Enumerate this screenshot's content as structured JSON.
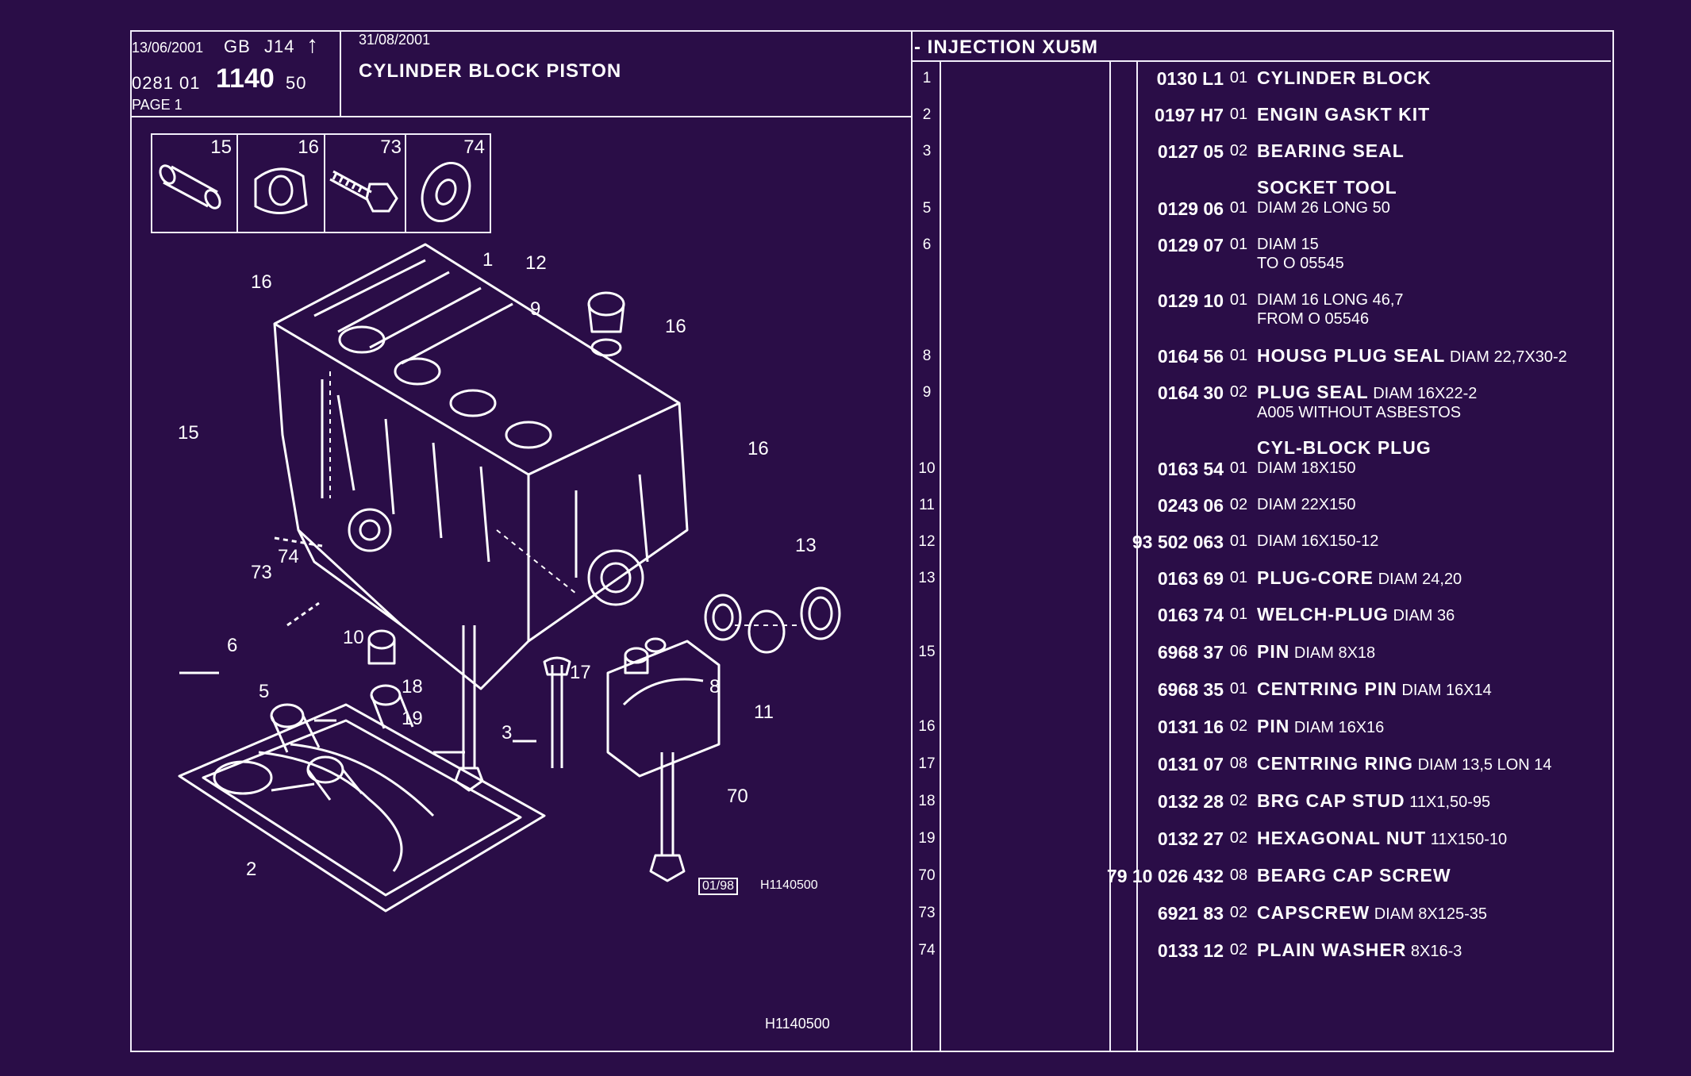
{
  "header": {
    "date_left": "13/06/2001",
    "lang": "GB",
    "code": "J14",
    "arrow": "↑",
    "ref_prefix": "0281 01",
    "ref_main": "1140",
    "ref_suffix": "50",
    "page": "PAGE 1",
    "date_right": "31/08/2001",
    "title": "CYLINDER BLOCK PISTON",
    "section": "- INJECTION XU5M"
  },
  "thumbnails": [
    "15",
    "16",
    "73",
    "74"
  ],
  "diagram": {
    "callouts": [
      "16",
      "1",
      "12",
      "9",
      "16",
      "15",
      "16",
      "13",
      "73",
      "74",
      "6",
      "10",
      "5",
      "18",
      "19",
      "3",
      "17",
      "8",
      "11",
      "70",
      "2"
    ],
    "stamp": "01/98",
    "stamp_code": "H1140500",
    "footer_code": "H1140500"
  },
  "parts": [
    {
      "no": "1",
      "ref": "0130 L1",
      "qty": "01",
      "name": "CYLINDER BLOCK",
      "spec": "",
      "line2": ""
    },
    {
      "no": "2",
      "ref": "0197 H7",
      "qty": "01",
      "name": "ENGIN GASKT KIT",
      "spec": "",
      "line2": ""
    },
    {
      "no": "3",
      "ref": "0127 05",
      "qty": "02",
      "name": "BEARING SEAL",
      "spec": "",
      "line2": ""
    },
    {
      "no": "",
      "ref": "",
      "qty": "",
      "name": "SOCKET TOOL",
      "spec": "",
      "line2": ""
    },
    {
      "no": "5",
      "ref": "0129 06",
      "qty": "01",
      "name": "",
      "spec": "DIAM 26 LONG 50",
      "line2": ""
    },
    {
      "no": "6",
      "ref": "0129 07",
      "qty": "01",
      "name": "",
      "spec": "DIAM 15",
      "line2": "TO  O  05545"
    },
    {
      "no": "",
      "ref": "0129 10",
      "qty": "01",
      "name": "",
      "spec": "DIAM 16 LONG 46,7",
      "line2": "FROM  O  05546"
    },
    {
      "no": "8",
      "ref": "0164 56",
      "qty": "01",
      "name": "HOUSG PLUG SEAL",
      "spec": "DIAM 22,7X30-2",
      "line2": ""
    },
    {
      "no": "9",
      "ref": "0164 30",
      "qty": "02",
      "name": "PLUG SEAL",
      "spec": "DIAM 16X22-2",
      "line2": "A005 WITHOUT ASBESTOS"
    },
    {
      "no": "",
      "ref": "",
      "qty": "",
      "name": "CYL-BLOCK PLUG",
      "spec": "",
      "line2": ""
    },
    {
      "no": "10",
      "ref": "0163 54",
      "qty": "01",
      "name": "",
      "spec": "DIAM 18X150",
      "line2": ""
    },
    {
      "no": "11",
      "ref": "0243 06",
      "qty": "02",
      "name": "",
      "spec": "DIAM 22X150",
      "line2": ""
    },
    {
      "no": "12",
      "ref": "93 502 063",
      "qty": "01",
      "name": "",
      "spec": "DIAM 16X150-12",
      "line2": ""
    },
    {
      "no": "13",
      "ref": "0163 69",
      "qty": "01",
      "name": "PLUG-CORE",
      "spec": "DIAM 24,20",
      "line2": ""
    },
    {
      "no": "",
      "ref": "0163 74",
      "qty": "01",
      "name": "WELCH-PLUG",
      "spec": "DIAM 36",
      "line2": ""
    },
    {
      "no": "15",
      "ref": "6968 37",
      "qty": "06",
      "name": "PIN",
      "spec": "DIAM 8X18",
      "line2": ""
    },
    {
      "no": "",
      "ref": "6968 35",
      "qty": "01",
      "name": "CENTRING PIN",
      "spec": "DIAM 16X14",
      "line2": ""
    },
    {
      "no": "16",
      "ref": "0131 16",
      "qty": "02",
      "name": "PIN",
      "spec": "DIAM 16X16",
      "line2": ""
    },
    {
      "no": "17",
      "ref": "0131 07",
      "qty": "08",
      "name": "CENTRING RING",
      "spec": "DIAM 13,5 LON 14",
      "line2": ""
    },
    {
      "no": "18",
      "ref": "0132 28",
      "qty": "02",
      "name": "BRG CAP STUD",
      "spec": "11X1,50-95",
      "line2": ""
    },
    {
      "no": "19",
      "ref": "0132 27",
      "qty": "02",
      "name": "HEXAGONAL NUT",
      "spec": "11X150-10",
      "line2": ""
    },
    {
      "no": "70",
      "ref": "79 10 026 432",
      "qty": "08",
      "name": "BEARG CAP SCREW",
      "spec": "",
      "line2": ""
    },
    {
      "no": "73",
      "ref": "6921 83",
      "qty": "02",
      "name": "CAPSCREW",
      "spec": "DIAM 8X125-35",
      "line2": ""
    },
    {
      "no": "74",
      "ref": "0133 12",
      "qty": "02",
      "name": "PLAIN WASHER",
      "spec": "8X16-3",
      "line2": ""
    }
  ]
}
